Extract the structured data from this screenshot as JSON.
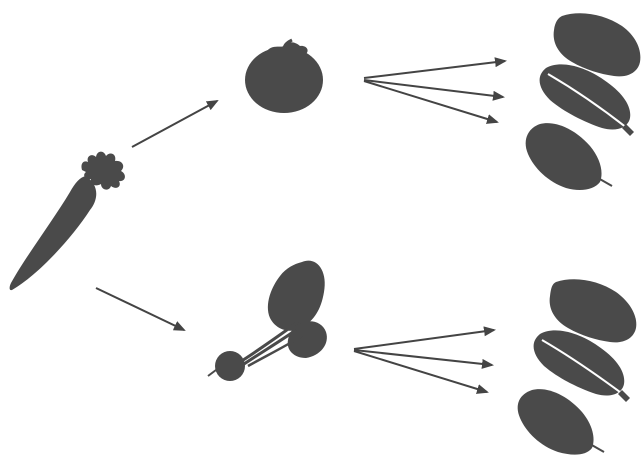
{
  "colors": {
    "background": "#ffffff",
    "silhouette": "#4a4a4a",
    "arrow": "#444444",
    "leaf_vein": "#ffffff"
  },
  "nodes": [
    {
      "id": "carrot",
      "icon": "carrot-icon"
    },
    {
      "id": "tomato",
      "icon": "tomato-icon"
    },
    {
      "id": "beet",
      "icon": "beet-icon"
    },
    {
      "id": "leaf-1",
      "icon": "lettuce-leaf-icon"
    },
    {
      "id": "leaf-2",
      "icon": "chard-leaf-icon"
    },
    {
      "id": "leaf-3",
      "icon": "spinach-leaf-icon"
    },
    {
      "id": "leaf-4",
      "icon": "lettuce-leaf-icon"
    },
    {
      "id": "leaf-5",
      "icon": "chard-leaf-icon"
    },
    {
      "id": "leaf-6",
      "icon": "spinach-leaf-icon"
    }
  ],
  "edges": [
    {
      "from": "carrot",
      "to": "tomato"
    },
    {
      "from": "carrot",
      "to": "beet"
    },
    {
      "from": "tomato",
      "to": "leaf-1"
    },
    {
      "from": "tomato",
      "to": "leaf-2"
    },
    {
      "from": "tomato",
      "to": "leaf-3"
    },
    {
      "from": "beet",
      "to": "leaf-4"
    },
    {
      "from": "beet",
      "to": "leaf-5"
    },
    {
      "from": "beet",
      "to": "leaf-6"
    }
  ]
}
